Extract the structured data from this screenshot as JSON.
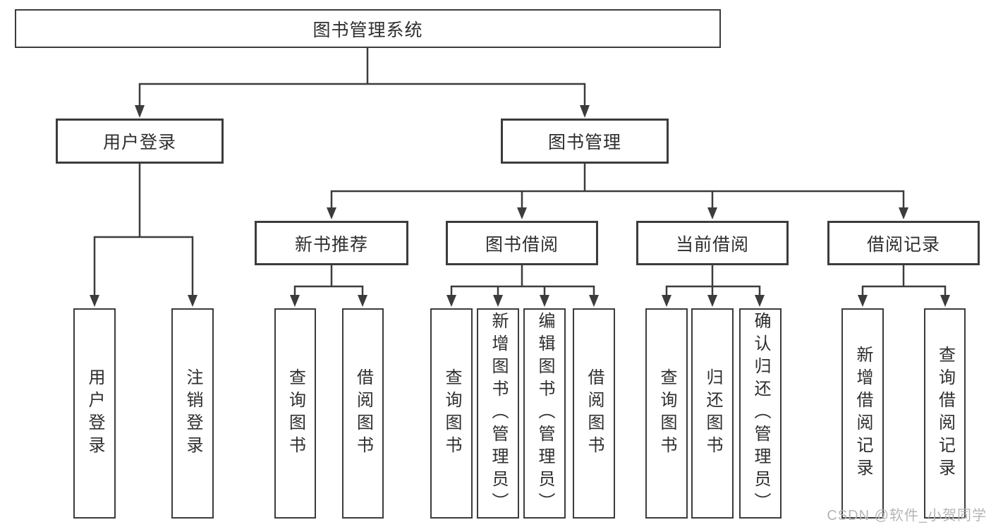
{
  "diagram": {
    "title": "图书管理系统",
    "colors": {
      "line": "#3c3c3c",
      "box_border": "#3c3c3c",
      "text": "#2e2e2e",
      "background": "#ffffff",
      "watermark": "#b5b5b5"
    },
    "tree": {
      "root": {
        "label": "图书管理系统",
        "children": [
          {
            "label": "用户登录",
            "children": [
              {
                "label": "用户登录"
              },
              {
                "label": "注销登录"
              }
            ]
          },
          {
            "label": "图书管理",
            "children": [
              {
                "label": "新书推荐",
                "children": [
                  {
                    "label": "查询图书"
                  },
                  {
                    "label": "借阅图书"
                  }
                ]
              },
              {
                "label": "图书借阅",
                "children": [
                  {
                    "label": "查询图书"
                  },
                  {
                    "label": "新增图书（管理员）"
                  },
                  {
                    "label": "编辑图书（管理员）"
                  },
                  {
                    "label": "借阅图书"
                  }
                ]
              },
              {
                "label": "当前借阅",
                "children": [
                  {
                    "label": "查询图书"
                  },
                  {
                    "label": "归还图书"
                  },
                  {
                    "label": "确认归还（管理员）"
                  }
                ]
              },
              {
                "label": "借阅记录",
                "children": [
                  {
                    "label": "新增借阅记录"
                  },
                  {
                    "label": "查询借阅记录"
                  }
                ]
              }
            ]
          }
        ]
      }
    },
    "watermark": {
      "text": "CSDN @软件_小贺同学"
    }
  }
}
